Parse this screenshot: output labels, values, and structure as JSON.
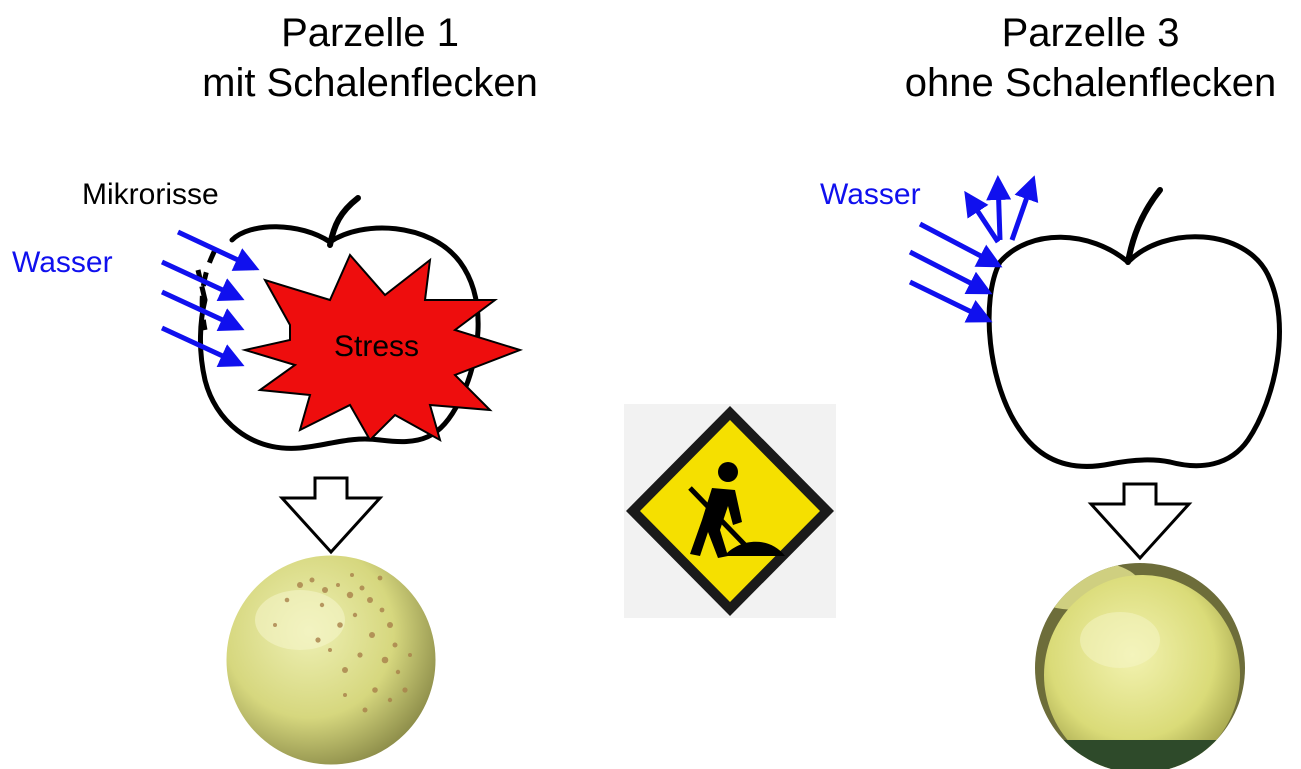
{
  "left_panel": {
    "title_line1": "Parzelle 1",
    "title_line2": "mit Schalenflecken",
    "label_microcracks": "Mikrorisse",
    "label_water": "Wasser",
    "label_stress": "Stress"
  },
  "right_panel": {
    "title_line1": "Parzelle 3",
    "title_line2": "ohne Schalenflecken",
    "label_water": "Wasser"
  },
  "colors": {
    "water": "#1010ee",
    "stress_fill": "#ee0d0d",
    "sign_yellow": "#f5e000",
    "apple_skin": "#d9dc86",
    "russet_spots": "#a8804a"
  },
  "icons": {
    "center_sign": "construction-worker-sign-icon",
    "down_arrow": "hollow-down-arrow-icon"
  }
}
